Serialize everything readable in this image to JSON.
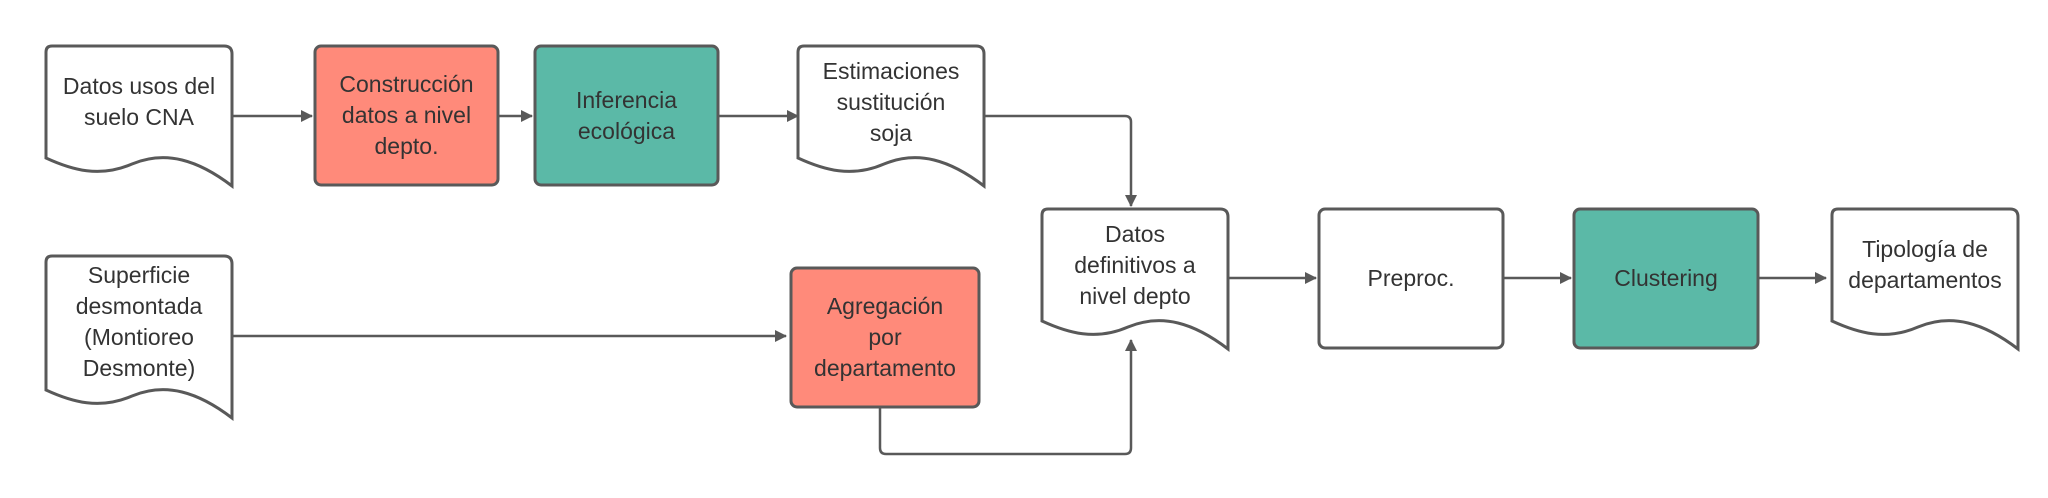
{
  "colors": {
    "stroke": "#595959",
    "process_red": "#FF8A7A",
    "process_green": "#5BB9A7",
    "document_fill": "#FFFFFF",
    "text": "#333333"
  },
  "nodes": {
    "datos_usos": {
      "label": "Datos usos del\nsuelo CNA",
      "shape": "document"
    },
    "construccion": {
      "label": "Construcción\ndatos a nivel\ndepto.",
      "shape": "process-red"
    },
    "inferencia": {
      "label": "Inferencia\necológica",
      "shape": "process-green"
    },
    "estimaciones": {
      "label": "Estimaciones\nsustitución\nsoja",
      "shape": "document"
    },
    "superficie": {
      "label": "Superficie\ndesmontada\n(Montioreo\nDesmonte)",
      "shape": "document"
    },
    "agregacion": {
      "label": "Agregación\npor\ndepartamento",
      "shape": "process-red"
    },
    "datos_definitivos": {
      "label": "Datos\ndefinitivos a\nnivel depto",
      "shape": "document"
    },
    "preproc": {
      "label": "Preproc.",
      "shape": "process-white"
    },
    "clustering": {
      "label": "Clustering",
      "shape": "process-green"
    },
    "tipologia": {
      "label": "Tipología de\ndepartamentos",
      "shape": "document"
    }
  },
  "edges": [
    {
      "from": "datos_usos",
      "to": "construccion"
    },
    {
      "from": "construccion",
      "to": "inferencia"
    },
    {
      "from": "inferencia",
      "to": "estimaciones"
    },
    {
      "from": "estimaciones",
      "to": "datos_definitivos"
    },
    {
      "from": "superficie",
      "to": "agregacion"
    },
    {
      "from": "agregacion",
      "to": "datos_definitivos"
    },
    {
      "from": "datos_definitivos",
      "to": "preproc"
    },
    {
      "from": "preproc",
      "to": "clustering"
    },
    {
      "from": "clustering",
      "to": "tipologia"
    }
  ]
}
